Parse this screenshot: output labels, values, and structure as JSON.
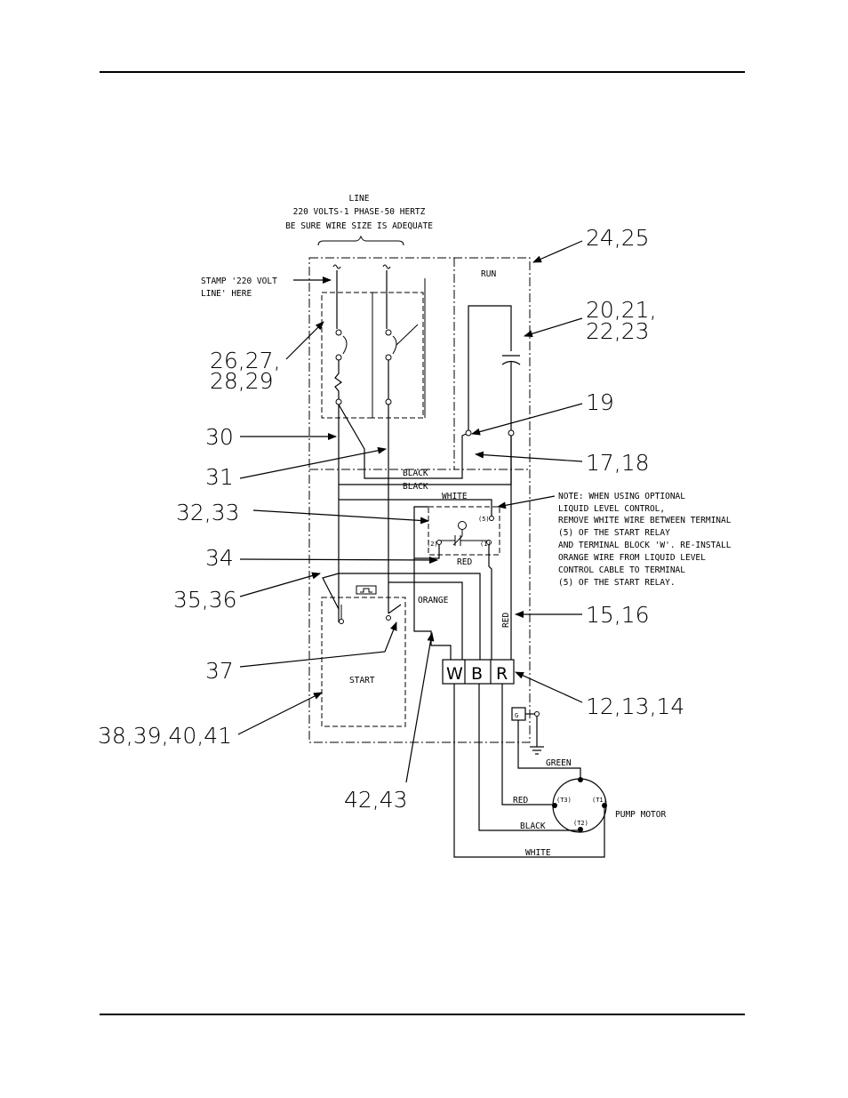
{
  "line_label": {
    "l1": "LINE",
    "l2": "220 VOLTS-1 PHASE-50 HERTZ",
    "l3": "BE SURE WIRE SIZE IS ADEQUATE"
  },
  "stamp_label": {
    "l1": "STAMP '220 VOLT",
    "l2": "LINE' HERE"
  },
  "run_label": "RUN",
  "start_label": "START",
  "pump_motor_label": "PUMP MOTOR",
  "wires": {
    "black1": "BLACK",
    "black2": "BLACK",
    "white_top": "WHITE",
    "red_relay": "RED",
    "orange": "ORANGE",
    "red_vertical": "RED",
    "green": "GREEN",
    "red_motor": "RED",
    "black_motor": "BLACK",
    "white_motor": "WHITE"
  },
  "terminal_block": {
    "w": "W",
    "b": "B",
    "r": "R",
    "g": "G"
  },
  "relay_terminals": {
    "t5": "(5)",
    "t2": "(2)",
    "t1": "(1)"
  },
  "motor_terminals": {
    "t1": "(T1)",
    "t2": "(T2)",
    "t3": "(T3)"
  },
  "note": [
    "NOTE: WHEN USING OPTIONAL",
    "LIQUID LEVEL CONTROL,",
    "REMOVE WHITE WIRE BETWEEN TERMINAL",
    "(5) OF THE START RELAY",
    "AND TERMINAL BLOCK 'W'. RE-INSTALL",
    "ORANGE WIRE FROM LIQUID LEVEL",
    "CONTROL CABLE TO TERMINAL",
    "(5) OF THE START RELAY."
  ],
  "callouts": {
    "c24": "24,25",
    "c20a": "20,21,",
    "c20b": "22,23",
    "c19": "19",
    "c17": "17,18",
    "c15": "15,16",
    "c12": "12,13,14",
    "c26a": "26,27,",
    "c26b": "28,29",
    "c30": "30",
    "c31": "31",
    "c32": "32,33",
    "c34": "34",
    "c35": "35,36",
    "c37": "37",
    "c38": "38,39,40,41",
    "c42": "42,43"
  }
}
